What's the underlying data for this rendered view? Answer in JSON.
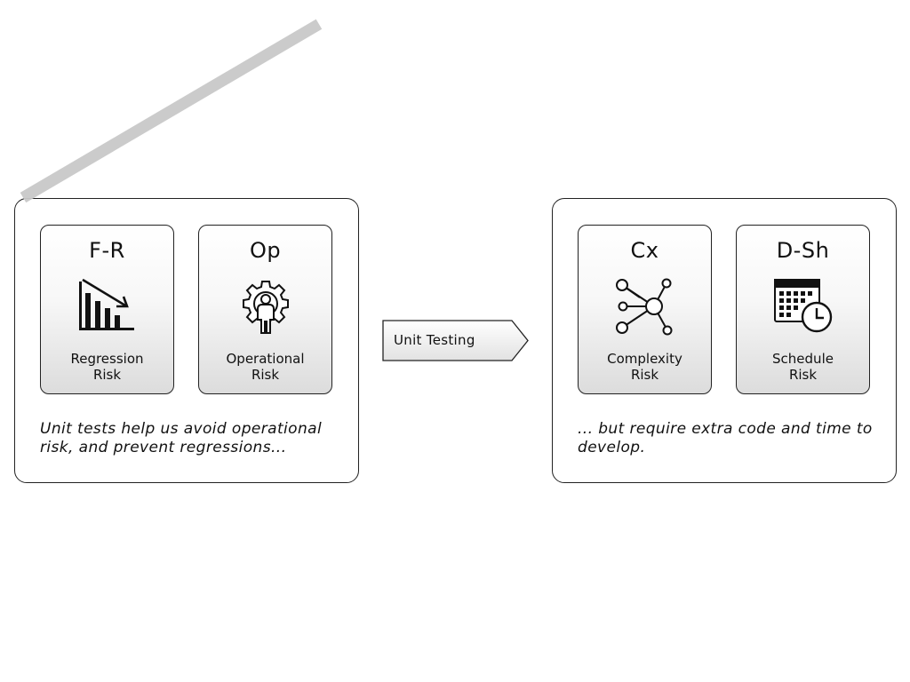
{
  "left_panel": {
    "cards": [
      {
        "code": "F-R",
        "label_line1": "Regression",
        "label_line2": "Risk",
        "icon": "declining-bar-chart-icon"
      },
      {
        "code": "Op",
        "label_line1": "Operational",
        "label_line2": "Risk",
        "icon": "gear-person-icon"
      }
    ],
    "caption": "Unit tests help us avoid operational risk, and prevent regressions..."
  },
  "arrow": {
    "label": "Unit Testing"
  },
  "right_panel": {
    "cards": [
      {
        "code": "Cx",
        "label_line1": "Complexity",
        "label_line2": "Risk",
        "icon": "network-graph-icon"
      },
      {
        "code": "D-Sh",
        "label_line1": "Schedule",
        "label_line2": "Risk",
        "icon": "calendar-clock-icon"
      }
    ],
    "caption": "... but require extra code and time to develop."
  },
  "colors": {
    "stroke": "#222222",
    "strike": "#c8c8c8",
    "card_gradient_bottom": "#dcdcdc"
  }
}
